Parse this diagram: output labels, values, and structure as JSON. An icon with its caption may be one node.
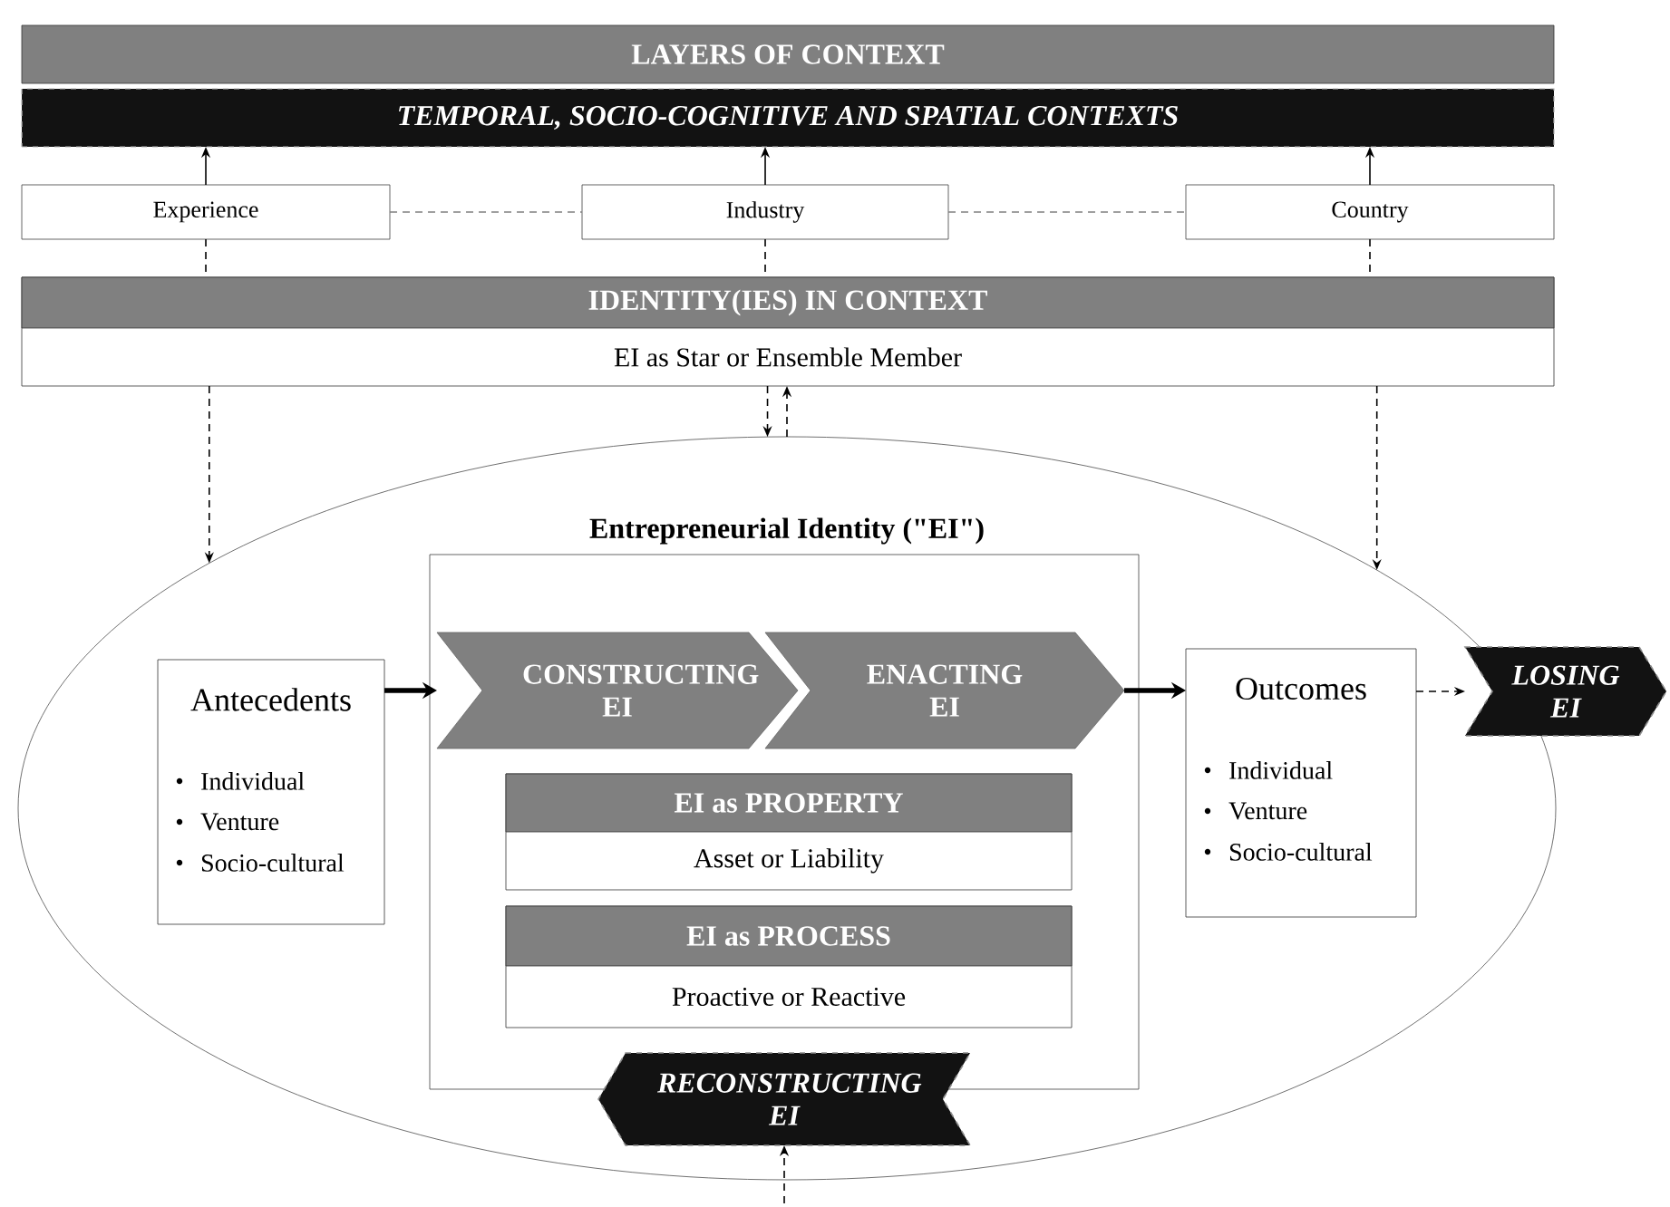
{
  "diagram": {
    "nodes": [
      {
        "text": [
          "LAYERS OF CONTEXT"
        ]
      },
      {
        "text": [
          "TEMPORAL, SOCIO-COGNITIVE AND SPATIAL CONTEXTS"
        ]
      },
      {
        "text": [
          "Experience"
        ]
      },
      {
        "text": [
          "Industry"
        ]
      },
      {
        "text": [
          "Country"
        ]
      },
      {
        "text": [
          "IDENTITY(IES) IN CONTEXT",
          "EI as Star or Ensemble Member"
        ]
      },
      {
        "text": [
          "Entrepreneurial Identity (\"EI\")"
        ]
      },
      {
        "text": [],
        "shape": "box",
        "in": 6
      },
      {
        "text": [
          "Antecedents",
          "Individual",
          "Venture",
          "Socio-cultural"
        ],
        "in": 6
      },
      {
        "text": [
          "CONSTRUCTING EI"
        ],
        "in": 7
      },
      {
        "text": [
          "ENACTING EI"
        ],
        "in": 7
      },
      {
        "text": [
          "EI as PROPERTY",
          "Asset or Liability"
        ],
        "in": 7
      },
      {
        "text": [
          "EI as PROCESS",
          "Proactive or Reactive"
        ],
        "in": 7
      },
      {
        "text": [
          "RECONSTRUCTING EI"
        ],
        "in": 6
      },
      {
        "text": [
          "Outcomes",
          "Individual",
          "Venture",
          "Socio-cultural"
        ],
        "in": 6
      },
      {
        "text": [
          "LOSING EI"
        ]
      }
    ],
    "edges": [
      {
        "from": 2,
        "to": 1,
        "arrow": "to"
      },
      {
        "from": 3,
        "to": 1,
        "arrow": "to"
      },
      {
        "from": 4,
        "to": 1,
        "arrow": "to"
      },
      {
        "from": 2,
        "to": 3,
        "arrow": "none",
        "style": "dashed",
        "color": "#808080"
      },
      {
        "from": 3,
        "to": 4,
        "arrow": "none",
        "style": "dashed",
        "color": "#808080"
      },
      {
        "from": 5,
        "to": 2,
        "arrow": "none",
        "style": "dashed"
      },
      {
        "from": 5,
        "to": 3,
        "arrow": "none",
        "style": "dashed"
      },
      {
        "from": 5,
        "to": 4,
        "arrow": "none",
        "style": "dashed"
      },
      {
        "from": 5,
        "to": 6,
        "arrow": "to",
        "style": "dashed"
      },
      {
        "from": 5,
        "to": 6,
        "arrow": "to",
        "style": "dashed"
      },
      {
        "from": 6,
        "to": 5,
        "arrow": "to",
        "style": "dashed"
      },
      {
        "from": 5,
        "to": 6,
        "arrow": "to",
        "style": "dashed"
      },
      {
        "from": 8,
        "to": 9,
        "arrow": "to",
        "style": "thick"
      },
      {
        "from": 10,
        "to": 14,
        "arrow": "to",
        "style": "thick"
      },
      {
        "from": 14,
        "to": 15,
        "arrow": "to",
        "style": "dashed"
      },
      {
        "from": null,
        "to": 13,
        "arrow": "to",
        "style": "dashed"
      }
    ]
  }
}
